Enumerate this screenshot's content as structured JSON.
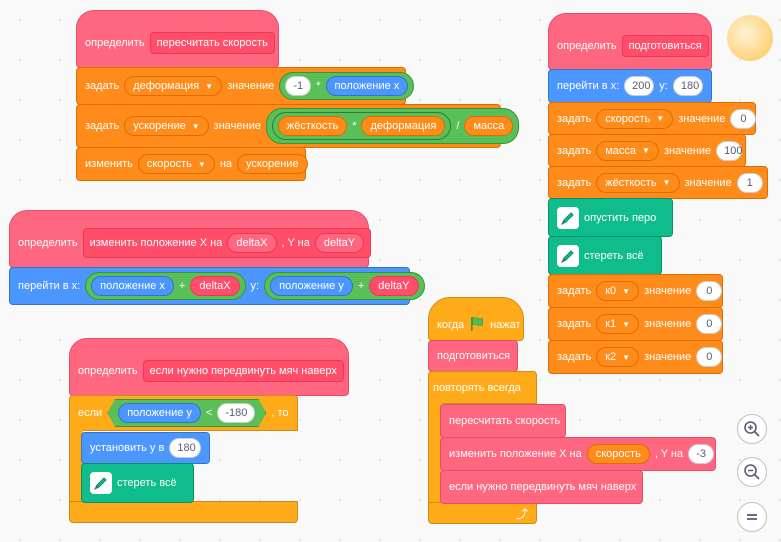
{
  "script1": {
    "define_label": "определить",
    "proc_name": "пересчитать скорость",
    "row1": {
      "cmd": "задать",
      "var": "деформация",
      "word": "значение",
      "num": "-1",
      "op": "*",
      "reporter": "положение x"
    },
    "row2": {
      "cmd": "задать",
      "var": "ускорение",
      "word": "значение",
      "rep1": "жёсткость",
      "op1": "*",
      "rep2": "деформация",
      "op2": "/",
      "rep3": "масса"
    },
    "row3": {
      "cmd": "изменить",
      "var": "скорость",
      "word": "на",
      "reporter": "ускорение"
    }
  },
  "script2": {
    "define_label": "определить",
    "proc_name": "изменить положение X на",
    "arg1": "deltaX",
    "mid": ", Y на",
    "arg2": "deltaY",
    "goto": {
      "label_x": "перейти в x:",
      "rep_x": "положение x",
      "op_x": "+",
      "arg_x": "deltaX",
      "label_y": "y:",
      "rep_y": "положение y",
      "op_y": "+",
      "arg_y": "deltaY"
    }
  },
  "script3": {
    "define_label": "определить",
    "proc_name": "если нужно передвинуть мяч наверх",
    "if_label": "если",
    "cond_rep": "положение y",
    "cond_op": "<",
    "cond_num": "-180",
    "then_label": ", то",
    "set_y": {
      "label": "установить y в",
      "num": "180"
    },
    "clear": "стереть всё"
  },
  "script4": {
    "define_label": "определить",
    "proc_name": "подготовиться",
    "goto": {
      "label_x": "перейти в x:",
      "num_x": "200",
      "label_y": "y:",
      "num_y": "180"
    },
    "sets": [
      {
        "cmd": "задать",
        "var": "скорость",
        "word": "значение",
        "num": "0"
      },
      {
        "cmd": "задать",
        "var": "масса",
        "word": "значение",
        "num": "100"
      },
      {
        "cmd": "задать",
        "var": "жёсткость",
        "word": "значение",
        "num": "1"
      }
    ],
    "pen_down": "опустить перо",
    "clear": "стереть всё",
    "sets2": [
      {
        "cmd": "задать",
        "var": "к0",
        "word": "значение",
        "num": "0"
      },
      {
        "cmd": "задать",
        "var": "к1",
        "word": "значение",
        "num": "0"
      },
      {
        "cmd": "задать",
        "var": "к2",
        "word": "значение",
        "num": "0"
      }
    ]
  },
  "script5": {
    "when_label": "когда",
    "clicked_label": "нажат",
    "prepare": "подготовиться",
    "forever": "повторять всегда",
    "recalc": "пересчитать скорость",
    "move": {
      "label": "изменить положение X на",
      "rep": "скорость",
      "mid": ", Y на",
      "num": "-3"
    },
    "ball": "если нужно передвинуть мяч наверх"
  },
  "zoom": {
    "in_icon": "zoom-in-icon",
    "out_icon": "zoom-out-icon",
    "reset_icon": "reset-zoom-icon"
  }
}
